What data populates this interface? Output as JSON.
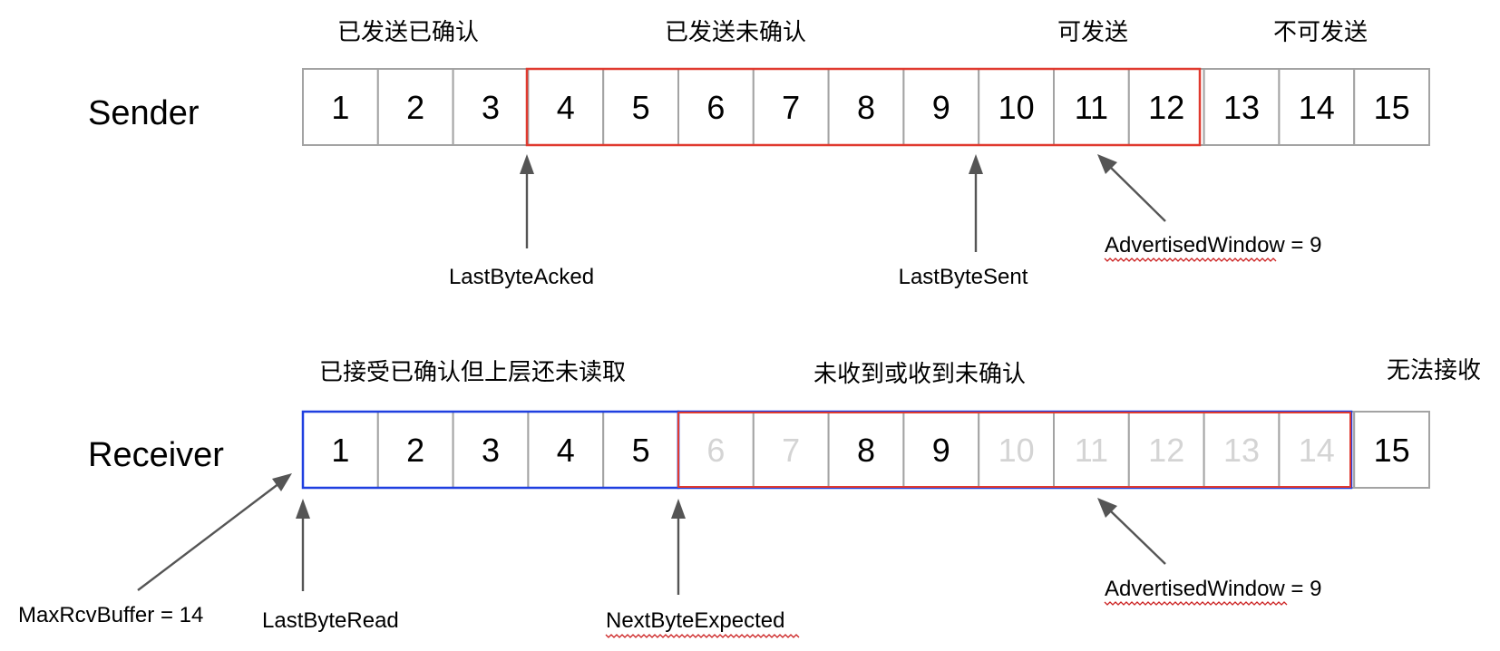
{
  "colors": {
    "cell_border": "#a3a3a3",
    "window_red": "#e03a2f",
    "buffer_blue": "#1f3fe0",
    "faded_text": "#d4d4d4",
    "arrow": "#555555"
  },
  "sender": {
    "label": "Sender",
    "cells": [
      "1",
      "2",
      "3",
      "4",
      "5",
      "6",
      "7",
      "8",
      "9",
      "10",
      "11",
      "12",
      "13",
      "14",
      "15"
    ],
    "categories": [
      "已发送已确认",
      "已发送未确认",
      "可发送",
      "不可发送"
    ],
    "pointers": [
      "LastByteAcked",
      "LastByteSent",
      "AdvertisedWindow = 9"
    ]
  },
  "receiver": {
    "label": "Receiver",
    "cells": [
      "1",
      "2",
      "3",
      "4",
      "5",
      "6",
      "7",
      "8",
      "9",
      "10",
      "11",
      "12",
      "13",
      "14",
      "15"
    ],
    "faded_cells": [
      "6",
      "7",
      "10",
      "11",
      "12",
      "13",
      "14"
    ],
    "categories": [
      "已接受已确认但上层还未读取",
      "未收到或收到未确认",
      "无法接收"
    ],
    "pointers": [
      "MaxRcvBuffer = 14",
      "LastByteRead",
      "NextByteExpected",
      "AdvertisedWindow = 9"
    ]
  }
}
